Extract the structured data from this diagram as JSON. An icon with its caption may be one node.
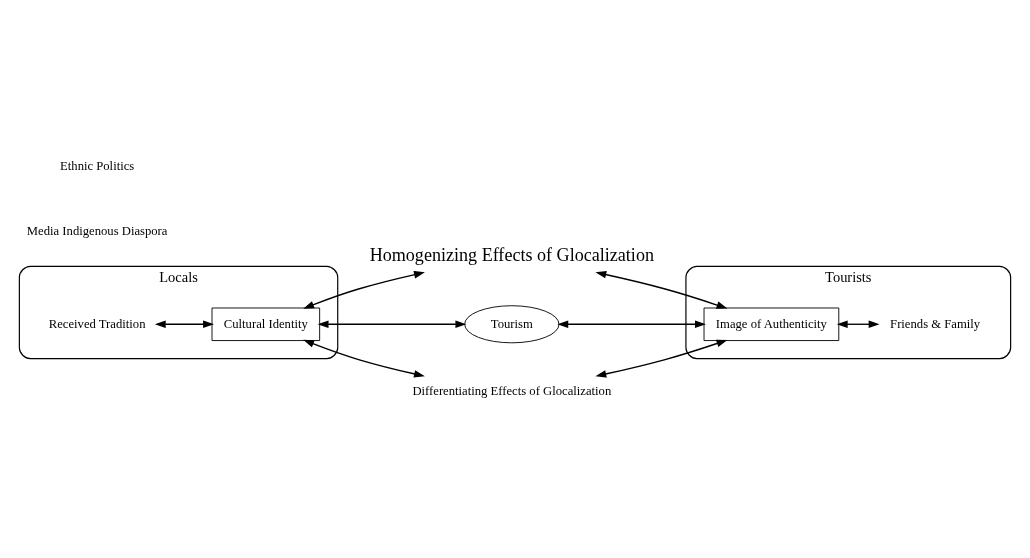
{
  "diagram": {
    "nodes": [
      {
        "text": [
          "Homogenizing Effects of Glocalization"
        ]
      },
      {
        "text": [
          "Locals"
        ]
      },
      {
        "text": [
          "Tourists"
        ]
      },
      {
        "text": [
          "Received Tradition"
        ],
        "in": 1
      },
      {
        "text": [
          "Cultural Identity"
        ],
        "in": 1
      },
      {
        "text": [
          "Tourism"
        ]
      },
      {
        "text": [
          "Image of Authenticity"
        ],
        "in": 2
      },
      {
        "text": [
          "Friends & Family"
        ],
        "in": 2
      },
      {
        "text": [
          "Differentiating Effects of Glocalization"
        ]
      }
    ],
    "edges": [
      {
        "from": 3,
        "to": 4,
        "arrow": "both"
      },
      {
        "from": 4,
        "to": 5,
        "arrow": "both"
      },
      {
        "from": 5,
        "to": 6,
        "arrow": "both"
      },
      {
        "from": 6,
        "to": 7,
        "arrow": "both"
      },
      {
        "from": 4,
        "to": 0,
        "arrow": "both"
      },
      {
        "from": 6,
        "to": 0,
        "arrow": "both"
      },
      {
        "from": 4,
        "to": 8,
        "arrow": "both"
      },
      {
        "from": 6,
        "to": 8,
        "arrow": "both"
      }
    ],
    "labels": [
      "Media Indigenous Diaspora",
      "Ethnic Politics"
    ]
  }
}
